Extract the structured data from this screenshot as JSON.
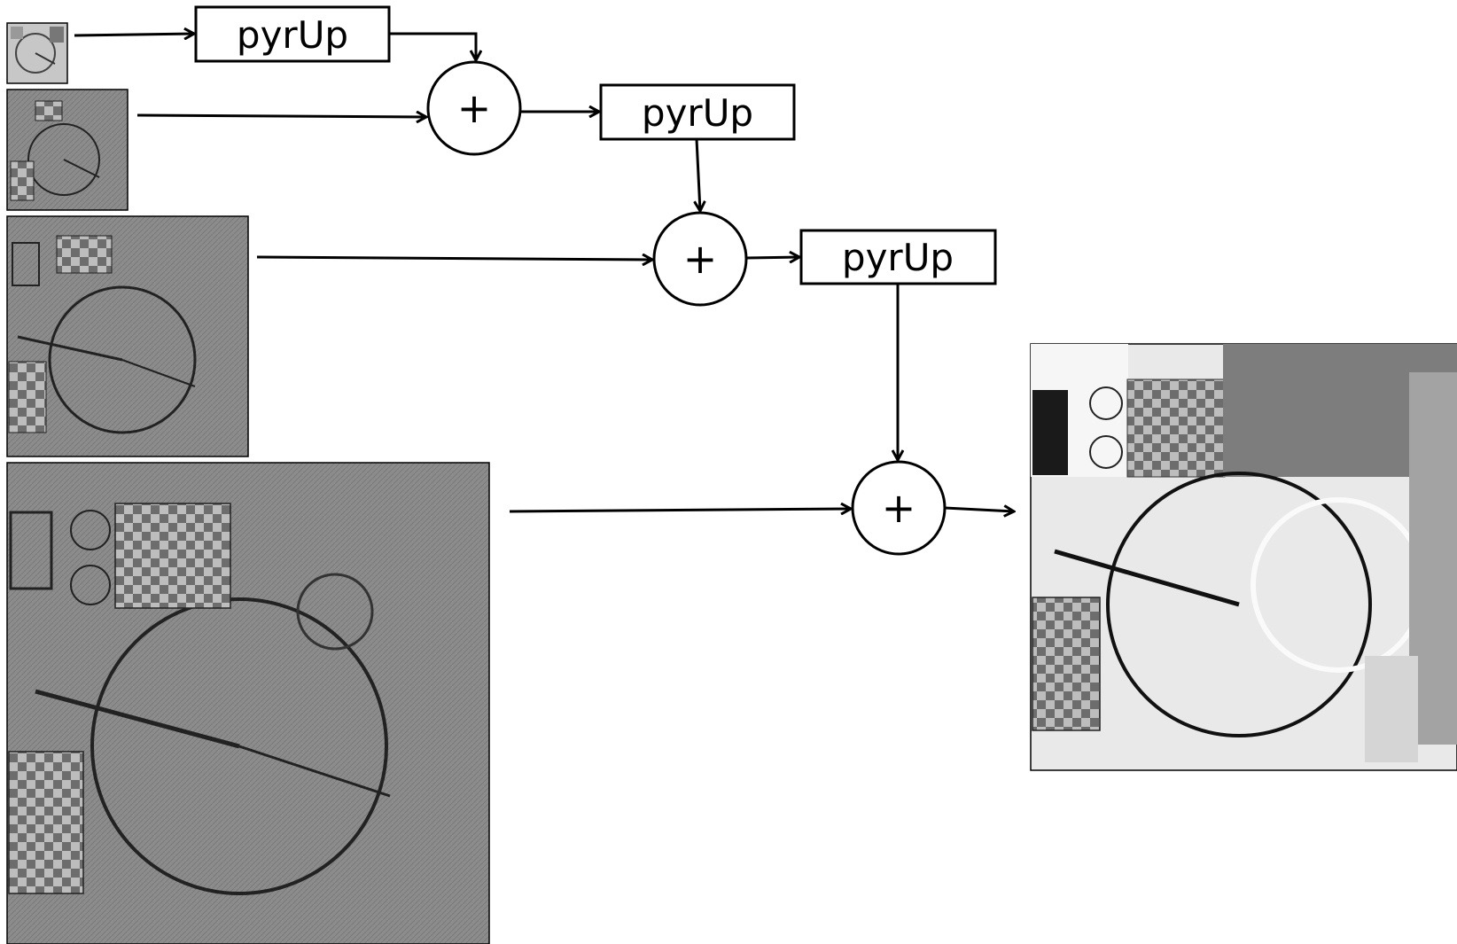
{
  "diagram": {
    "operation_label": "pyrUp",
    "sum_symbol": "+",
    "nodes": [
      {
        "id": "pyrup-1",
        "label": "pyrUp"
      },
      {
        "id": "sum-1",
        "label": "+"
      },
      {
        "id": "pyrup-2",
        "label": "pyrUp"
      },
      {
        "id": "sum-2",
        "label": "+"
      },
      {
        "id": "pyrup-3",
        "label": "pyrUp"
      },
      {
        "id": "sum-3",
        "label": "+"
      }
    ],
    "images": [
      {
        "id": "gaussian-top",
        "description_name": "smallest-level-image"
      },
      {
        "id": "laplacian-level-2",
        "description_name": "laplacian-level-image"
      },
      {
        "id": "laplacian-level-1",
        "description_name": "laplacian-level-image"
      },
      {
        "id": "laplacian-level-0",
        "description_name": "laplacian-level-image"
      },
      {
        "id": "reconstructed",
        "description_name": "reconstructed-image"
      }
    ],
    "colors": {
      "stroke": "#000000",
      "background": "#ffffff",
      "laplacian_gray": "#8a8a8a",
      "photo_light": "#e8e8e8"
    }
  }
}
